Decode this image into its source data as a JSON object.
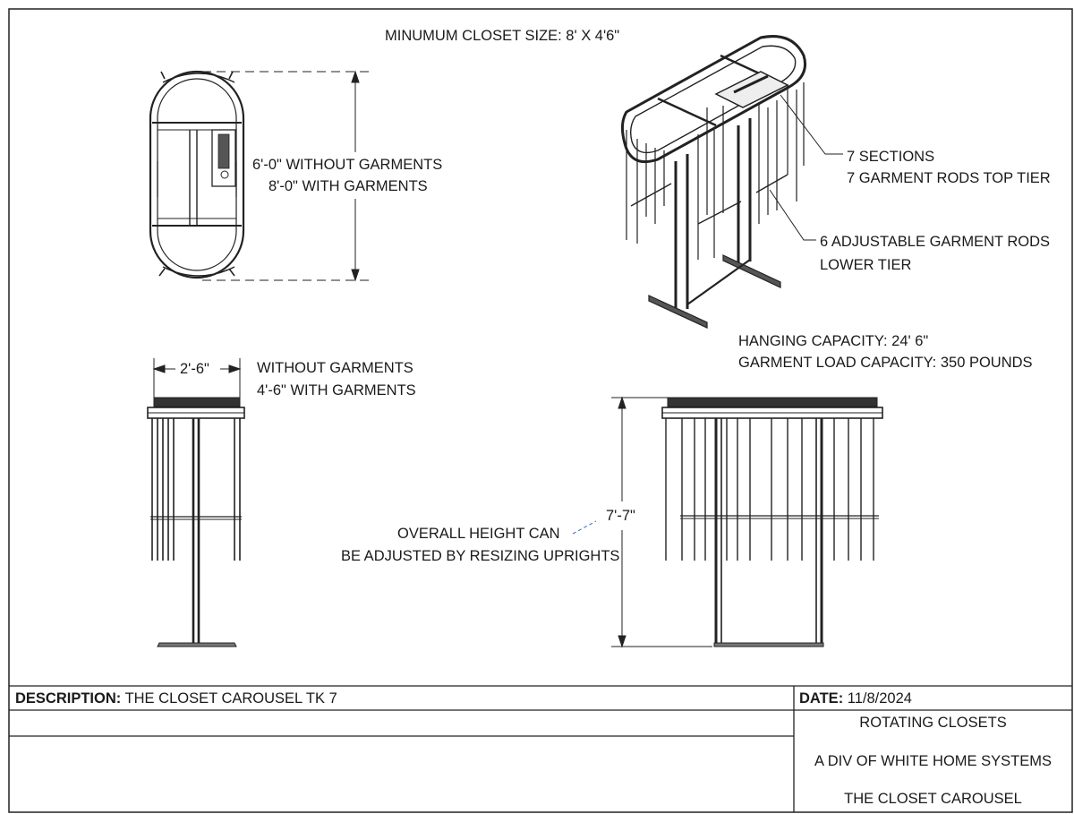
{
  "drawing": {
    "min_closet_size": "MINUMUM CLOSET SIZE: 8' X 4'6\"",
    "top_view": {
      "depth_line1": "6'-0\" WITHOUT GARMENTS",
      "depth_line2": "8'-0\" WITH GARMENTS"
    },
    "iso_view": {
      "sections_line1": "7 SECTIONS",
      "sections_line2": "7 GARMENT RODS TOP TIER",
      "rods_line1": "6 ADJUSTABLE GARMENT RODS",
      "rods_line2": "LOWER TIER",
      "capacity_line1": "HANGING CAPACITY: 24' 6\"",
      "capacity_line2": "GARMENT LOAD CAPACITY: 350 POUNDS"
    },
    "side_view": {
      "width_dim": "2'-6\"",
      "width_line1": "WITHOUT GARMENTS",
      "width_line2": "4'-6\" WITH GARMENTS"
    },
    "front_view": {
      "height_dim": "7'-7\"",
      "note_line1": "OVERALL HEIGHT CAN",
      "note_line2": "BE ADJUSTED BY RESIZING UPRIGHTS"
    }
  },
  "title_block": {
    "description_label": "DESCRIPTION:",
    "description_value": "THE CLOSET CAROUSEL TK 7",
    "date_label": "DATE:",
    "date_value": "11/8/2024",
    "company_line1": "ROTATING CLOSETS",
    "company_line2": "A DIV OF WHITE HOME SYSTEMS",
    "company_line3": "THE CLOSET CAROUSEL"
  }
}
